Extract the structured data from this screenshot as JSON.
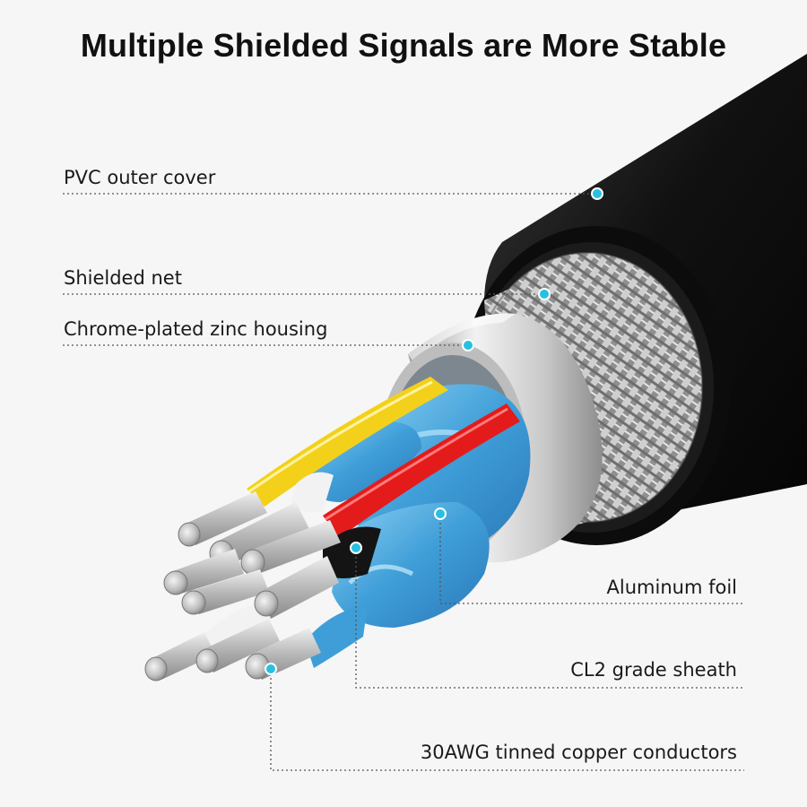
{
  "title": "Multiple Shielded Signals are More Stable",
  "labels": {
    "pvc": "PVC outer cover",
    "shield": "Shielded net",
    "housing": "Chrome-plated zinc housing",
    "foil": "Aluminum foil",
    "sheath": "CL2 grade sheath",
    "conductors": "30AWG tinned copper conductors"
  },
  "colors": {
    "background": "#f6f6f6",
    "marker": "#28c0e0",
    "jacket": "#131313",
    "braid": "#a8a8a8",
    "housing": "#d2d2d2",
    "foil_blue": "#4ba8dc",
    "wire_yellow": "#f3d11a",
    "wire_red": "#e41b1b",
    "wire_white": "#f2f2f2",
    "copper_tinned": "#c8c8c8"
  }
}
